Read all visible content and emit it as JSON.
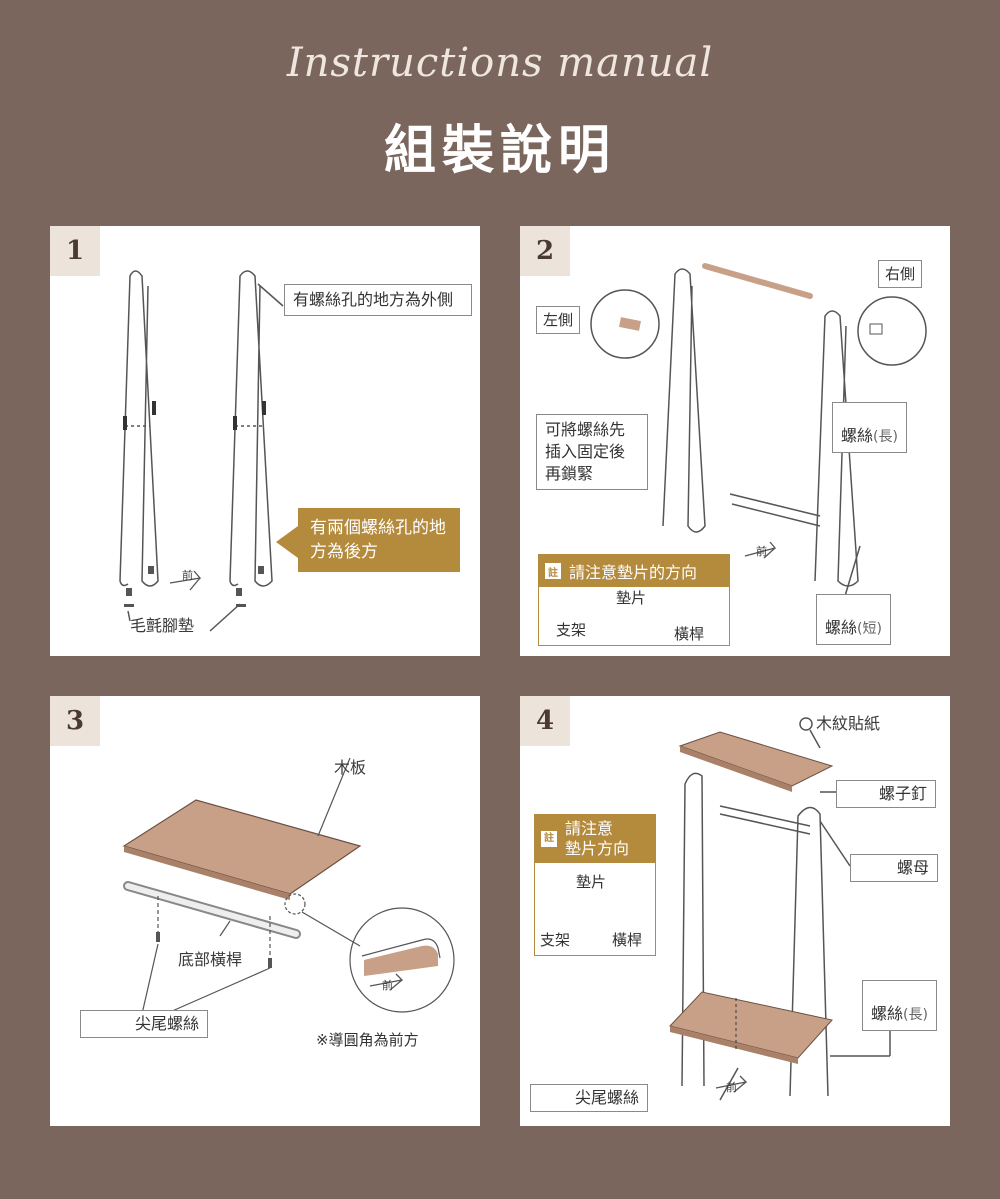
{
  "header": {
    "script_title": "Instructions manual",
    "main_title": "組裝說明"
  },
  "colors": {
    "background": "#7a665d",
    "gold": "#b48a3c",
    "wood": "#c8a088",
    "step_badge": "#ece3da"
  },
  "steps": [
    {
      "number": "1",
      "callout_outside": "有螺絲孔的地方為外側",
      "callout_back": "有兩個螺絲孔的地方為後方",
      "felt_pad": "毛氈腳墊",
      "front_tag": "前"
    },
    {
      "number": "2",
      "left_side": "左側",
      "right_side": "右側",
      "tip": "可將螺絲先插入固定後再鎖緊",
      "screw_long": "螺絲",
      "screw_long_paren": "(長)",
      "screw_short": "螺絲",
      "screw_short_paren": "(短)",
      "note_mark": "註",
      "note_title": "請注意墊片的方向",
      "washer": "墊片",
      "frame": "支架",
      "crossbar": "橫桿",
      "front_tag": "前"
    },
    {
      "number": "3",
      "board": "木板",
      "bottom_bar": "底部橫桿",
      "pointed_screw": "尖尾螺絲",
      "round_corner_note": "※導圓角為前方",
      "front_tag": "前"
    },
    {
      "number": "4",
      "wood_sticker": "木紋貼紙",
      "bolt": "螺子釘",
      "nut": "螺母",
      "screw_long": "螺絲",
      "screw_long_paren": "(長)",
      "pointed_screw": "尖尾螺絲",
      "note_mark": "註",
      "note_title_line1": "請注意",
      "note_title_line2": "墊片方向",
      "washer": "墊片",
      "frame": "支架",
      "crossbar": "橫桿",
      "front_tag": "前"
    }
  ]
}
